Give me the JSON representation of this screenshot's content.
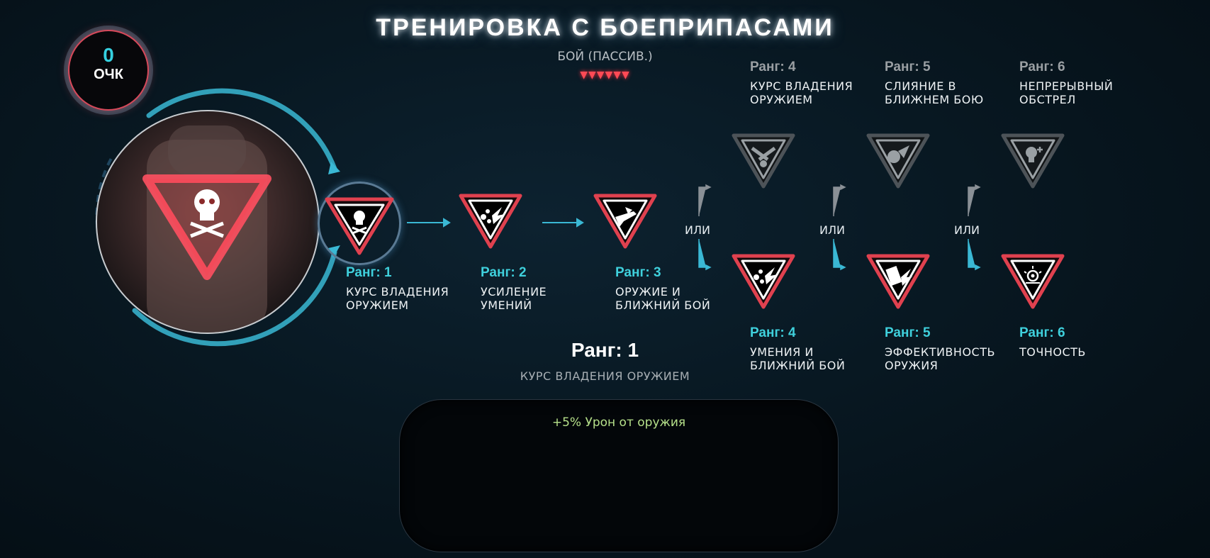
{
  "header": {
    "title": "ТРЕНИРОВКА С БОЕПРИПАСАМИ",
    "subtitle": "БОЙ (ПАССИВ.)",
    "rank_pips": "▼▼▼▼▼▼"
  },
  "points": {
    "value": "0",
    "unit": "ОЧК"
  },
  "skill_main": {
    "icon": "skull-crossbones-icon"
  },
  "ranks": {
    "r1": {
      "rank": "Ранг: 1",
      "name_l1": "КУРС ВЛАДЕНИЯ",
      "name_l2": "ОРУЖИЕМ",
      "icon": "skull-bullets-icon"
    },
    "r2": {
      "rank": "Ранг: 2",
      "name_l1": "УСИЛЕНИЕ УМЕНИЙ",
      "name_l2": "",
      "icon": "energy-burst-icon"
    },
    "r3": {
      "rank": "Ранг: 3",
      "name_l1": "ОРУЖИЕ И",
      "name_l2": "БЛИЖНИЙ БОЙ",
      "icon": "weapon-melee-icon"
    },
    "r4a": {
      "rank": "Ранг: 4",
      "name_l1": "КУРС ВЛАДЕНИЯ",
      "name_l2": "ОРУЖИЕМ",
      "icon": "crossed-guns-icon"
    },
    "r5a": {
      "rank": "Ранг: 5",
      "name_l1": "СЛИЯНИЕ В",
      "name_l2": "БЛИЖНЕМ БОЮ",
      "icon": "fist-blade-icon"
    },
    "r6a": {
      "rank": "Ранг: 6",
      "name_l1": "НЕПРЕРЫВНЫЙ",
      "name_l2": "ОБСТРЕЛ",
      "icon": "skull-plus-icon"
    },
    "r4b": {
      "rank": "Ранг: 4",
      "name_l1": "УМЕНИЯ И",
      "name_l2": "БЛИЖНИЙ БОЙ",
      "icon": "energy-burst-icon"
    },
    "r5b": {
      "rank": "Ранг: 5",
      "name_l1": "ЭФФЕКТИВНОСТЬ",
      "name_l2": "ОРУЖИЯ",
      "icon": "magazine-icon"
    },
    "r6b": {
      "rank": "Ранг: 6",
      "name_l1": "ТОЧНОСТЬ",
      "name_l2": "",
      "icon": "target-icon"
    }
  },
  "or_label": "ИЛИ",
  "selected": {
    "rank": "Ранг: 1",
    "name": "КУРС ВЛАДЕНИЯ ОРУЖИЕМ",
    "bonus": "+5% Урон от оружия"
  },
  "colors": {
    "accent": "#3fd0dc",
    "active": "#e0414f",
    "locked": "#5a6166",
    "bonus": "#b5e08a"
  }
}
